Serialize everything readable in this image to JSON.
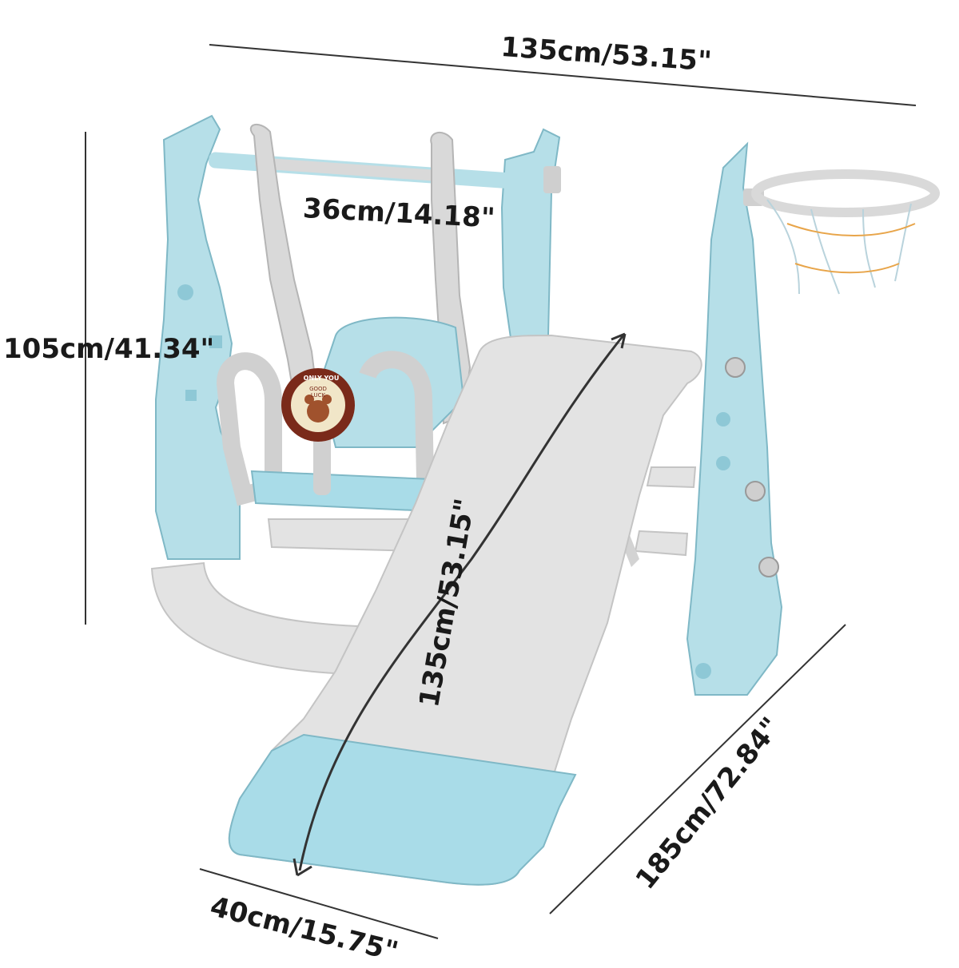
{
  "product": {
    "image_kind": "product-photo",
    "accent_colors": {
      "frame": "#b6dfe8",
      "slide": "#e3e3e3",
      "slide_tip": "#a9dce8",
      "parts": "#d9d9d9"
    }
  },
  "dimensions": {
    "overall_width": "135cm/53.15\"",
    "overall_height": "105cm/41.34\"",
    "swing_seat_width": "36cm/14.18\"",
    "slide_length": "135cm/53.15\"",
    "overall_depth": "185cm/72.84\"",
    "slide_width": "40cm/15.75\""
  },
  "badge": {
    "top_text": "ONLY YOU",
    "center_text_1": "GOOD",
    "center_text_2": "LUCK"
  }
}
